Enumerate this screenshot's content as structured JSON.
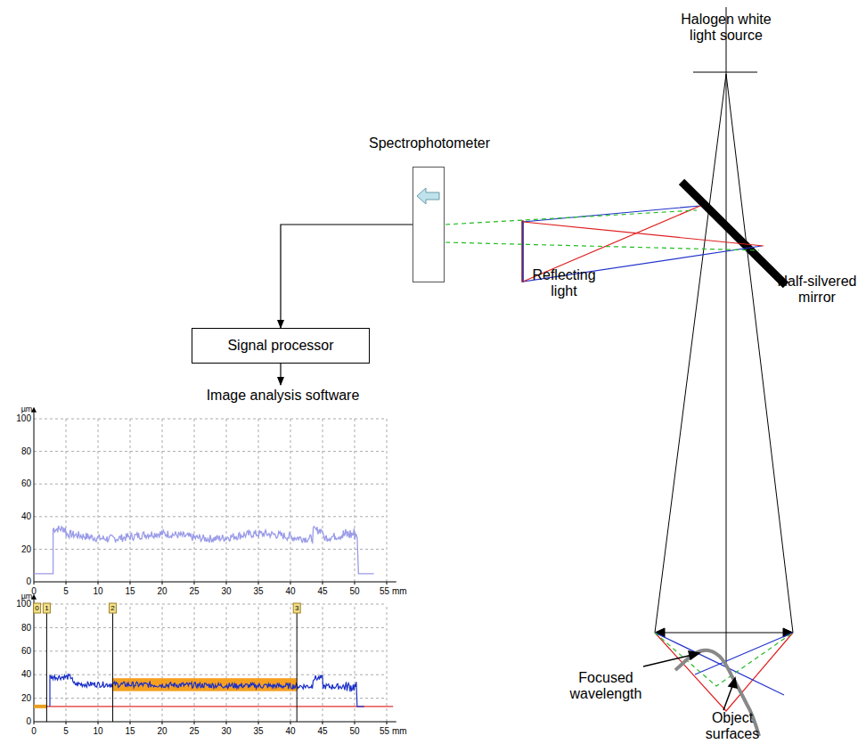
{
  "diagram": {
    "nodes": [
      {
        "text": [
          "Spectrophotometer"
        ]
      },
      {
        "text": [
          "Signal processor"
        ]
      },
      {
        "text": [
          "Image analysis software"
        ]
      }
    ],
    "edges": [
      {
        "from": 0,
        "to": 1,
        "arrow": "to"
      },
      {
        "from": 1,
        "to": 2,
        "arrow": "to"
      }
    ],
    "labels": [
      "Halogen white light source",
      "Half-silvered mirror",
      "Reflecting light",
      "Focused wavelength",
      "Object surfaces",
      "µm",
      "100",
      "80",
      "60",
      "40",
      "20",
      "0",
      "0",
      "5",
      "10",
      "15",
      "20",
      "25",
      "30",
      "35",
      "40",
      "45",
      "50",
      "55 mm",
      "µm",
      "100",
      "80",
      "60",
      "40",
      "20",
      "0",
      "0",
      "5",
      "10",
      "15",
      "20",
      "25",
      "30",
      "35",
      "40",
      "45",
      "50",
      "55 mm",
      "0",
      "1",
      "2",
      "3"
    ]
  }
}
